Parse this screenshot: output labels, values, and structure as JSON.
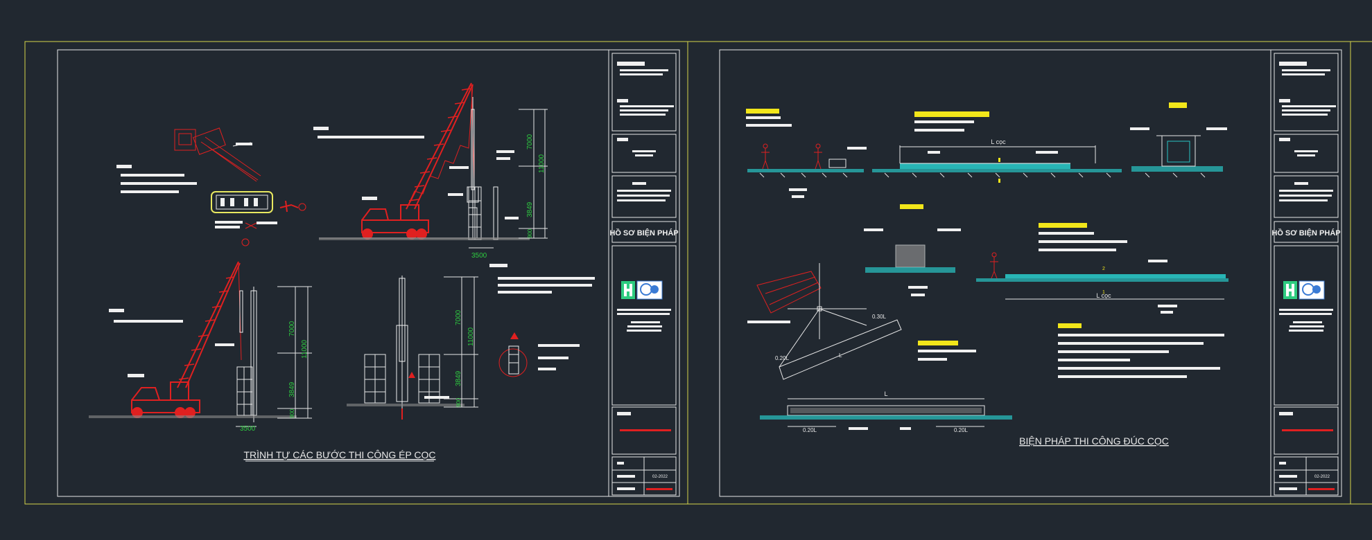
{
  "sheets": [
    {
      "title": "TRÌNH TỰ CÁC BƯỚC THI CÔNG ÉP CỌC",
      "title_block": {
        "category": "HỒ SƠ BIỆN PHÁP",
        "date": "02-2022"
      },
      "dimensions": {
        "top": [
          "7000",
          "11000",
          "3849",
          "900",
          "3500"
        ],
        "bottom_left": [
          "7000",
          "11000",
          "3849",
          "900",
          "3500"
        ],
        "bottom_right": [
          "7000",
          "11000",
          "3849",
          "900"
        ]
      }
    },
    {
      "title": "BIỆN PHÁP THI CÔNG ĐÚC CỌC",
      "title_block": {
        "category": "HỒ SƠ BIỆN PHÁP",
        "date": "02-2022"
      },
      "annotations": {
        "l_coc": "L cọc",
        "l": "L",
        "dim_020l": "0.20L",
        "dim_030l": "0.30L",
        "marker_1": "1",
        "marker_2": "2"
      }
    }
  ],
  "colors": {
    "background": "#212830",
    "frame": "#d6d64a",
    "border": "#e8e8e8",
    "equipment": "#e02020",
    "dimension": "#2ecc40",
    "ground": "#29c4c4",
    "highlight": "#f2e61a"
  },
  "icons": [
    "crane-truck-icon",
    "company-logo-icon",
    "pile-hammer-icon",
    "person-icon"
  ]
}
